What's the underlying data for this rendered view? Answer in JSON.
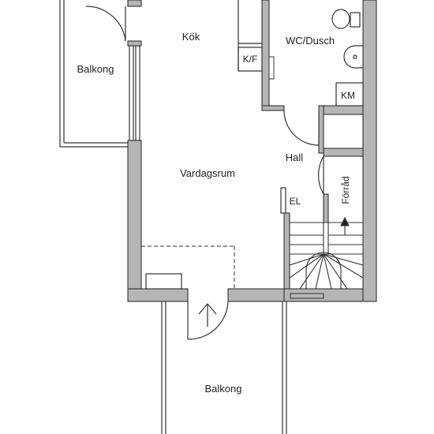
{
  "rooms": {
    "kitchen": "Kök",
    "kitchen_appliance": "K/F",
    "bathroom": "WC/Dusch",
    "laundry": "KM",
    "balcony_left": "Balkong",
    "hall": "Hall",
    "living_room": "Vardagsrum",
    "electric": "EL",
    "storage": "Förråd",
    "balcony_bottom": "Balkong"
  },
  "colors": {
    "wall": "#b5b5b5",
    "wall_outline": "#222222",
    "line": "#333333"
  }
}
